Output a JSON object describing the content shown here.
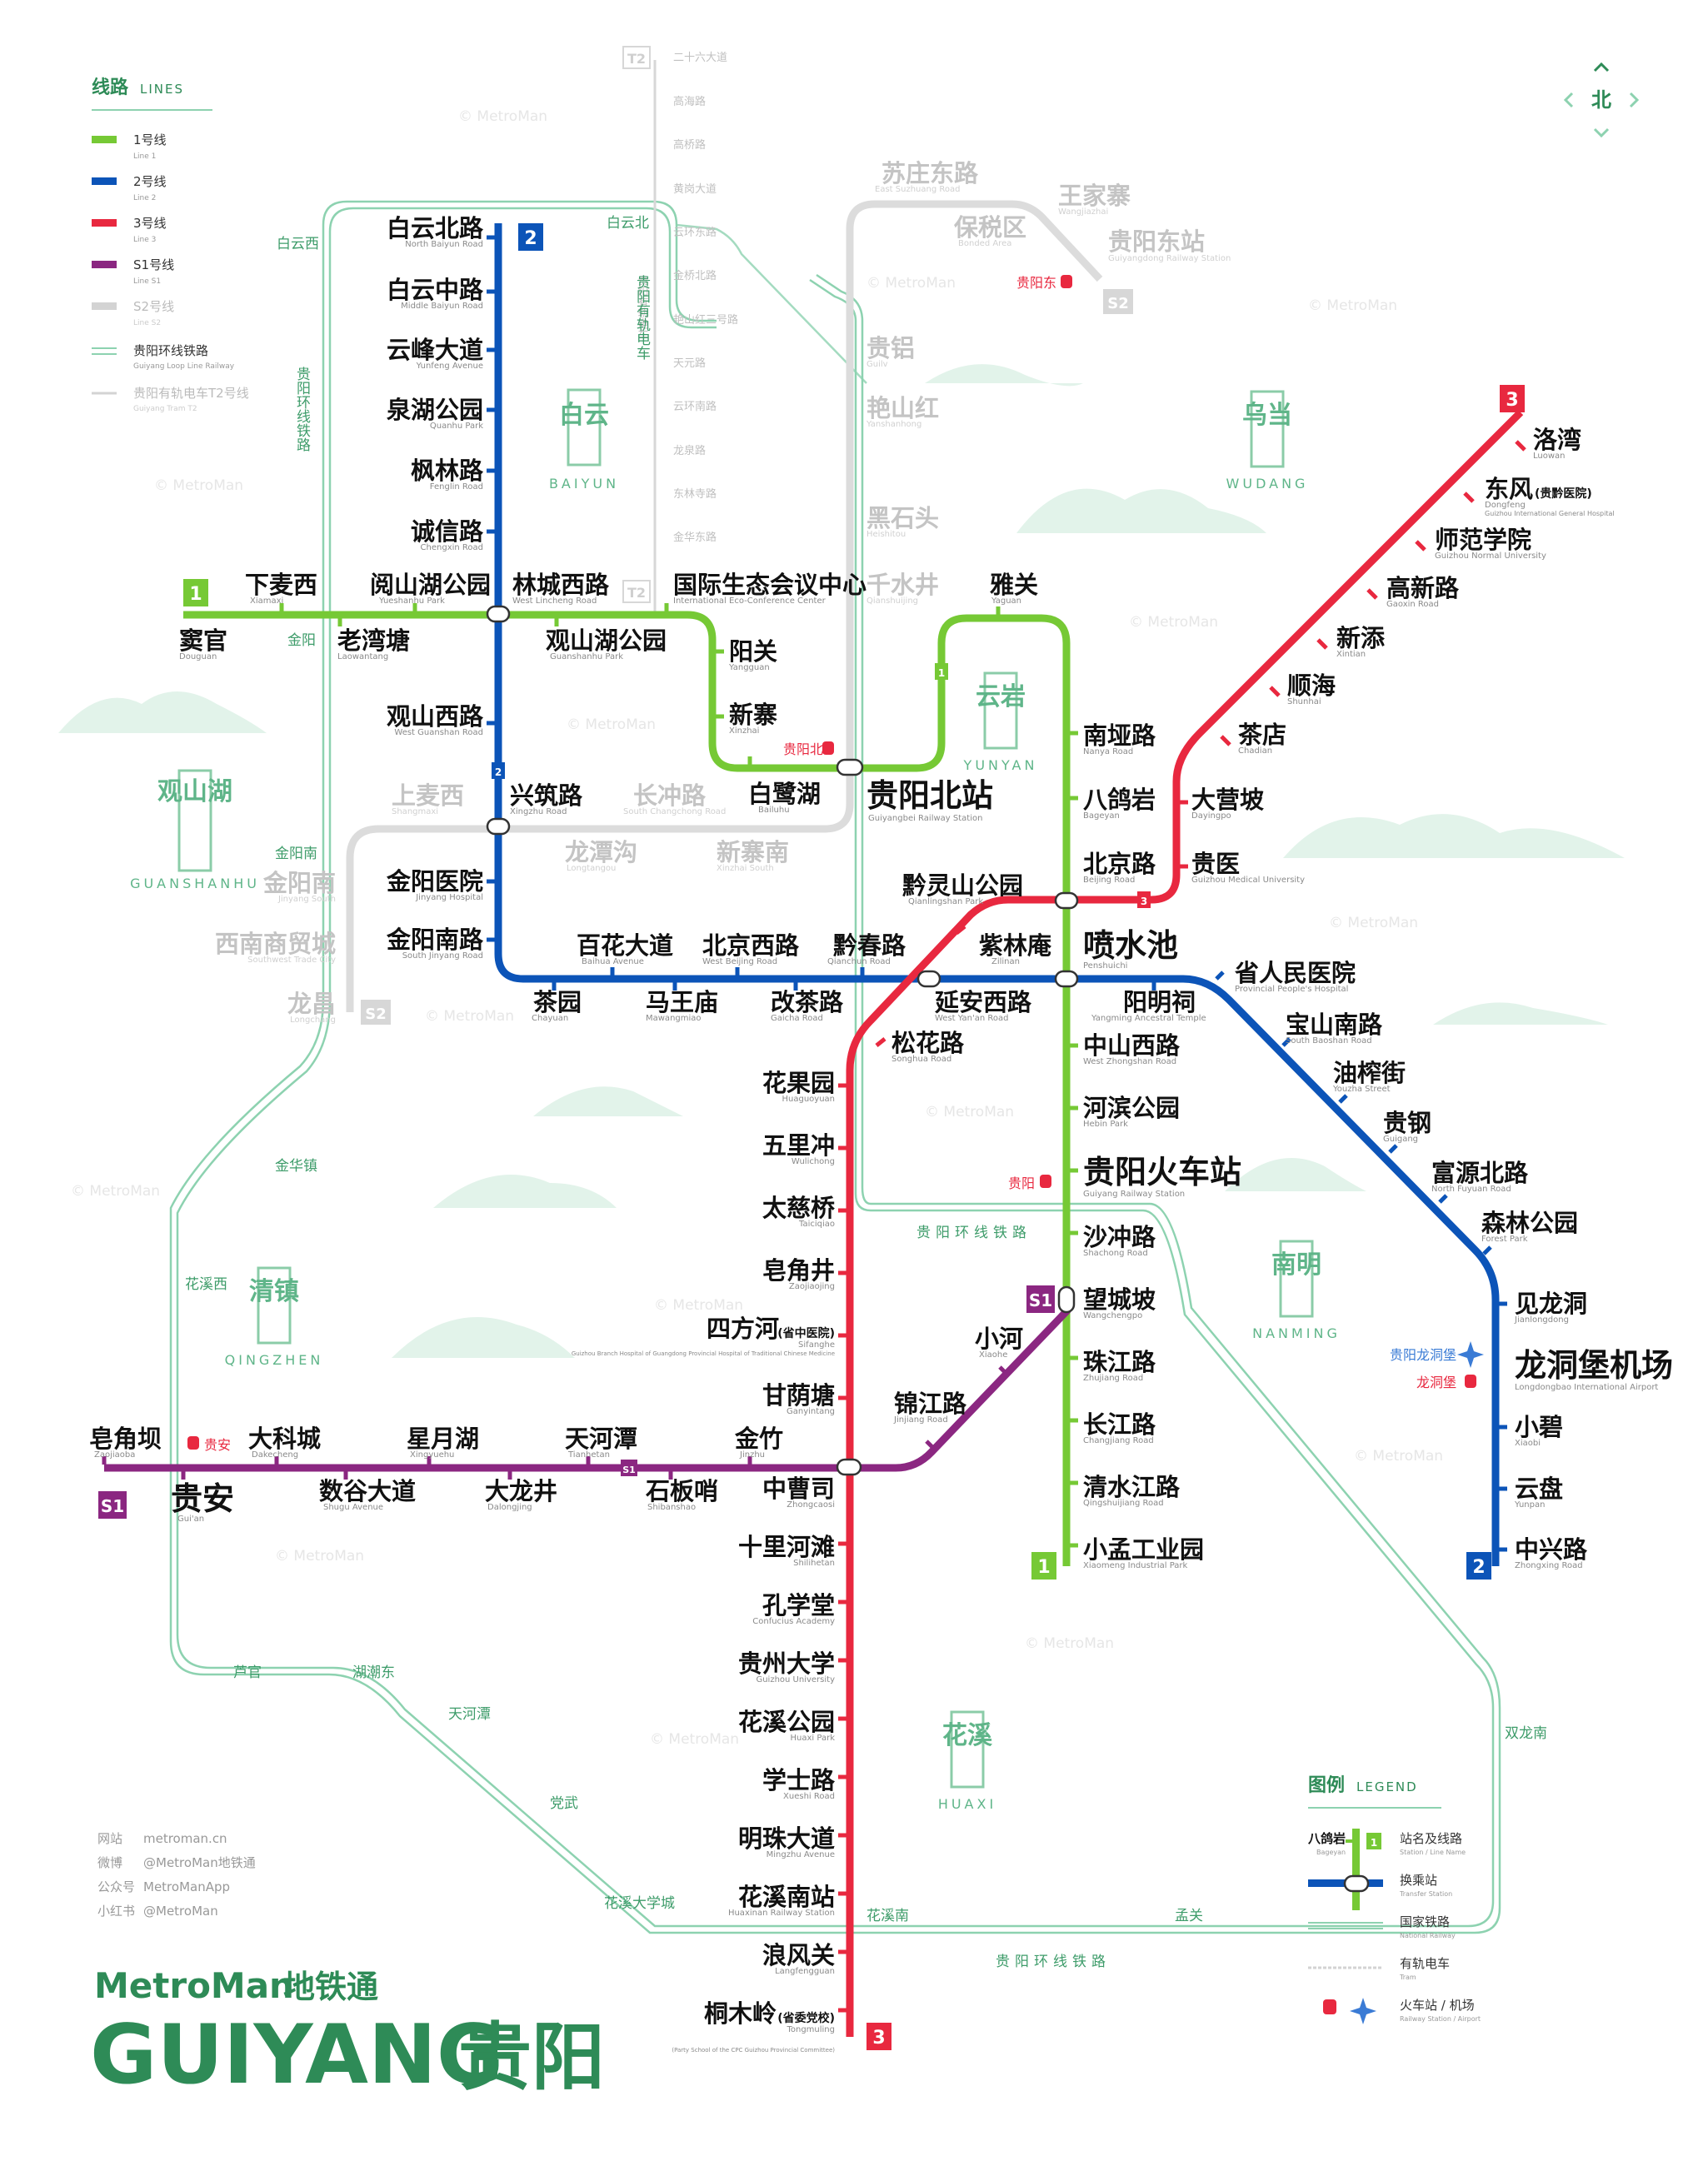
{
  "legend": {
    "title_zh": "线路",
    "title_en": "LINES",
    "items": [
      {
        "label": "1号线",
        "sub": "Line 1",
        "color": "#76c935"
      },
      {
        "label": "2号线",
        "sub": "Line 2",
        "color": "#0c54b8"
      },
      {
        "label": "3号线",
        "sub": "Line 3",
        "color": "#e8283f"
      },
      {
        "label": "S1号线",
        "sub": "Line S1",
        "color": "#8b2781"
      },
      {
        "label": "S2号线",
        "sub": "Line S2",
        "color": "#d3d3d3"
      },
      {
        "label": "贵阳环线铁路",
        "sub": "Guiyang Loop Line Railway",
        "color": "#8dd2b0"
      },
      {
        "label": "贵阳有轨电车T2号线",
        "sub": "Guiyang Tram T2",
        "color": "#d3d3d3"
      }
    ]
  },
  "compass": {
    "label": "北"
  },
  "lines": {
    "l1": {
      "badge": "1",
      "color": "#76c935"
    },
    "l2": {
      "badge": "2",
      "color": "#0c54b8"
    },
    "l3": {
      "badge": "3",
      "color": "#e8283f"
    },
    "s1": {
      "badge": "S1",
      "color": "#8b2781"
    },
    "s2": {
      "badge": "S2",
      "color": "#d3d3d3"
    },
    "t2": {
      "badge": "T2",
      "color": "#d3d3d3"
    },
    "loop": {
      "label": "贵阳环线铁路",
      "color": "#8dd2b0"
    }
  },
  "stations": [
    {
      "id": "xiamaxi",
      "zh": "下麦西",
      "en": "Xiamaxi"
    },
    {
      "id": "douguan",
      "zh": "窦官",
      "en": "Douguan"
    },
    {
      "id": "laowantang",
      "zh": "老湾塘",
      "en": "Laowantang"
    },
    {
      "id": "yueshanhupark",
      "zh": "阅山湖公园",
      "en": "Yueshanhu Park"
    },
    {
      "id": "linchengxilu",
      "zh": "林城西路",
      "en": "West Lincheng Road"
    },
    {
      "id": "guanshanhupark",
      "zh": "观山湖公园",
      "en": "Guanshanhu Park"
    },
    {
      "id": "ecocenter",
      "zh": "国际生态会议中心",
      "en": "International Eco-Conference Center"
    },
    {
      "id": "yangguan",
      "zh": "阳关",
      "en": "Yangguan"
    },
    {
      "id": "xinzhai",
      "zh": "新寨",
      "en": "Xinzhai"
    },
    {
      "id": "baihu",
      "zh": "白鹭湖",
      "en": "Bailuhu"
    },
    {
      "id": "guiyangbei",
      "zh": "贵阳北站",
      "en": "Guiyangbei Railway Station"
    },
    {
      "id": "yaguan",
      "zh": "雅关",
      "en": "Yaguan"
    },
    {
      "id": "nanya",
      "zh": "南垭路",
      "en": "Nanya Road"
    },
    {
      "id": "bageyan",
      "zh": "八鸽岩",
      "en": "Bageyan"
    },
    {
      "id": "beijinglu",
      "zh": "北京路",
      "en": "Beijing Road"
    },
    {
      "id": "penshuichi",
      "zh": "喷水池",
      "en": "Penshuichi"
    },
    {
      "id": "zhongshanxilu",
      "zh": "中山西路",
      "en": "West Zhongshan Road"
    },
    {
      "id": "hebinpark",
      "zh": "河滨公园",
      "en": "Hebin Park"
    },
    {
      "id": "guiyangstation",
      "zh": "贵阳火车站",
      "en": "Guiyang Railway Station"
    },
    {
      "id": "shachong",
      "zh": "沙冲路",
      "en": "Shachong Road"
    },
    {
      "id": "wangchengpo",
      "zh": "望城坡",
      "en": "Wangchengpo"
    },
    {
      "id": "zhujiang",
      "zh": "珠江路",
      "en": "Zhujiang Road"
    },
    {
      "id": "changjiang",
      "zh": "长江路",
      "en": "Changjiang Road"
    },
    {
      "id": "qingshuijiang",
      "zh": "清水江路",
      "en": "Qingshuijiang Road"
    },
    {
      "id": "xiaomeng",
      "zh": "小孟工业园",
      "en": "Xiaomeng Industrial Park"
    },
    {
      "id": "baiyunbeilu",
      "zh": "白云北路",
      "en": "North Baiyun Road"
    },
    {
      "id": "baiyunzhonglu",
      "zh": "白云中路",
      "en": "Middle Baiyun Road"
    },
    {
      "id": "yunfeng",
      "zh": "云峰大道",
      "en": "Yunfeng Avenue"
    },
    {
      "id": "quanhu",
      "zh": "泉湖公园",
      "en": "Quanhu Park"
    },
    {
      "id": "fenglin",
      "zh": "枫林路",
      "en": "Fenglin Road"
    },
    {
      "id": "chengxin",
      "zh": "诚信路",
      "en": "Chengxin Road"
    },
    {
      "id": "guanshanxilu",
      "zh": "观山西路",
      "en": "West Guanshan Road"
    },
    {
      "id": "xingzhu",
      "zh": "兴筑路",
      "en": "Xingzhu Road"
    },
    {
      "id": "jinyanghosp",
      "zh": "金阳医院",
      "en": "Jinyang Hospital"
    },
    {
      "id": "jinyangnanlu",
      "zh": "金阳南路",
      "en": "South Jinyang Road"
    },
    {
      "id": "chayuan",
      "zh": "茶园",
      "en": "Chayuan"
    },
    {
      "id": "baihua",
      "zh": "百花大道",
      "en": "Baihua Avenue"
    },
    {
      "id": "mawangmiao",
      "zh": "马王庙",
      "en": "Mawangmiao"
    },
    {
      "id": "beijingxilu",
      "zh": "北京西路",
      "en": "West Beijing Road"
    },
    {
      "id": "gaicha",
      "zh": "改茶路",
      "en": "Gaicha Road"
    },
    {
      "id": "qianchun",
      "zh": "黔春路",
      "en": "Qianchun Road"
    },
    {
      "id": "yananxilu",
      "zh": "延安西路",
      "en": "West Yan'an Road"
    },
    {
      "id": "ziyuan",
      "zh": "紫林庵",
      "en": "Zilinan"
    },
    {
      "id": "yangming",
      "zh": "阳明祠",
      "en": "Yangming Ancestral Temple"
    },
    {
      "id": "provhosp",
      "zh": "省人民医院",
      "en": "Provincial People's Hospital"
    },
    {
      "id": "baoshan",
      "zh": "宝山南路",
      "en": "South Baoshan Road"
    },
    {
      "id": "youzha",
      "zh": "油榨街",
      "en": "Youzha Street"
    },
    {
      "id": "guigang",
      "zh": "贵钢",
      "en": "Guigang"
    },
    {
      "id": "fuyuan",
      "zh": "富源北路",
      "en": "North Fuyuan Road"
    },
    {
      "id": "senlin",
      "zh": "森林公园",
      "en": "Forest Park"
    },
    {
      "id": "jianlongdong",
      "zh": "见龙洞",
      "en": "Jianlongdong"
    },
    {
      "id": "airport",
      "zh": "龙洞堡机场",
      "en": "Longdongbao International Airport"
    },
    {
      "id": "xiaobi",
      "zh": "小碧",
      "en": "Xiaobi"
    },
    {
      "id": "yunpan",
      "zh": "云盘",
      "en": "Yunpan"
    },
    {
      "id": "zhongxing",
      "zh": "中兴路",
      "en": "Zhongxing Road"
    },
    {
      "id": "luowan",
      "zh": "洛湾",
      "en": "Luowan"
    },
    {
      "id": "dongfeng",
      "zh": "东风",
      "zh_note": "(贵黔医院)",
      "en": "Dongfeng",
      "en2": "Guizhou International General Hospital"
    },
    {
      "id": "shifan",
      "zh": "师范学院",
      "en": "Guizhou Normal University"
    },
    {
      "id": "gaoxin",
      "zh": "高新路",
      "en": "Gaoxin Road"
    },
    {
      "id": "xintian",
      "zh": "新添",
      "en": "Xintian"
    },
    {
      "id": "shunhai",
      "zh": "顺海",
      "en": "Shunhai"
    },
    {
      "id": "chadian",
      "zh": "茶店",
      "en": "Chadian"
    },
    {
      "id": "dayingpo",
      "zh": "大营坡",
      "en": "Dayingpo"
    },
    {
      "id": "guiyi",
      "zh": "贵医",
      "en": "Guizhou Medical University"
    },
    {
      "id": "qianlingshan",
      "zh": "黔灵山公园",
      "en": "Qianlingshan Park"
    },
    {
      "id": "songhua",
      "zh": "松花路",
      "en": "Songhua Road"
    },
    {
      "id": "huaguoyuan",
      "zh": "花果园",
      "en": "Huaguoyuan"
    },
    {
      "id": "wulichong",
      "zh": "五里冲",
      "en": "Wulichong"
    },
    {
      "id": "taiciqiao",
      "zh": "太慈桥",
      "en": "Taiciqiao"
    },
    {
      "id": "zaojiaojing",
      "zh": "皂角井",
      "en": "Zaojiaojing"
    },
    {
      "id": "sifanghe",
      "zh": "四方河",
      "zh_note": "(省中医院)",
      "en": "Sifanghe",
      "en2": "Guizhou Branch Hospital of Guangdong Provincial Hospital of Traditional Chinese Medicine"
    },
    {
      "id": "ganyintang",
      "zh": "甘荫塘",
      "en": "Ganyintang"
    },
    {
      "id": "zhongcaosi",
      "zh": "中曹司",
      "en": "Zhongcaosi"
    },
    {
      "id": "shilihetan",
      "zh": "十里河滩",
      "en": "Shilihetan"
    },
    {
      "id": "kongxuetang",
      "zh": "孔学堂",
      "en": "Confucius Academy"
    },
    {
      "id": "guizhouuni",
      "zh": "贵州大学",
      "en": "Guizhou University"
    },
    {
      "id": "huaxipark",
      "zh": "花溪公园",
      "en": "Huaxi Park"
    },
    {
      "id": "xueshi",
      "zh": "学士路",
      "en": "Xueshi Road"
    },
    {
      "id": "mingzhu",
      "zh": "明珠大道",
      "en": "Mingzhu Avenue"
    },
    {
      "id": "huaxinan",
      "zh": "花溪南站",
      "en": "Huaxinan Railway Station"
    },
    {
      "id": "langfengguan",
      "zh": "浪风关",
      "en": "Langfengguan"
    },
    {
      "id": "tongmuling",
      "zh": "桐木岭",
      "zh_note": "(省委党校)",
      "en": "Tongmuling",
      "en2": "(Party School of the CPC Guizhou Provincial Committee)"
    },
    {
      "id": "xiaohe",
      "zh": "小河",
      "en": "Xiaohe"
    },
    {
      "id": "jinjiang",
      "zh": "锦江路",
      "en": "Jinjiang Road"
    },
    {
      "id": "zaojiaoba",
      "zh": "皂角坝",
      "en": "Zaojiaoba"
    },
    {
      "id": "guian",
      "zh": "贵安",
      "en": "Gui'an"
    },
    {
      "id": "dakecheng",
      "zh": "大科城",
      "en": "Dakecheng"
    },
    {
      "id": "shugu",
      "zh": "数谷大道",
      "en": "Shugu Avenue"
    },
    {
      "id": "xingyuehu",
      "zh": "星月湖",
      "en": "Xingyuehu"
    },
    {
      "id": "dalongjing",
      "zh": "大龙井",
      "en": "Dalongjing"
    },
    {
      "id": "tianhetan",
      "zh": "天河潭",
      "en": "Tianhetan"
    },
    {
      "id": "shibanshao",
      "zh": "石板哨",
      "en": "Shibanshao"
    },
    {
      "id": "jinzhu",
      "zh": "金竹",
      "en": "Jinzhu"
    }
  ],
  "s2_stations": [
    {
      "zh": "苏庄东路",
      "en": "East Suzhuang Road"
    },
    {
      "zh": "保税区",
      "en": "Bonded Area"
    },
    {
      "zh": "王家寨",
      "en": "Wangjiazhai"
    },
    {
      "zh": "贵阳东站",
      "en": "Guiyangdong Railway Station"
    },
    {
      "zh": "贵铝",
      "en": "Guilv"
    },
    {
      "zh": "艳山红",
      "en": "Yanshanhong"
    },
    {
      "zh": "黑石头",
      "en": "Heishitou"
    },
    {
      "zh": "千水井",
      "en": "Qianshuijing"
    },
    {
      "zh": "上麦西",
      "en": "Shangmaxi"
    },
    {
      "zh": "长冲路",
      "en": "South Changchong Road"
    },
    {
      "zh": "龙潭沟",
      "en": "Longtangou"
    },
    {
      "zh": "新寨南",
      "en": "Xinzhai South"
    },
    {
      "zh": "金阳南",
      "en": "Jinyang South"
    },
    {
      "zh": "西南商贸城",
      "en": "Southwest Trade City"
    },
    {
      "zh": "龙昌",
      "en": "Longchang"
    }
  ],
  "t2_stations": [
    "二十六大道",
    "高海路",
    "高桥路",
    "黄岗大道",
    "云环东路",
    "金桥北路",
    "艳山红三号路",
    "天元路",
    "云环南路",
    "龙泉路",
    "东林寺路",
    "金华东路"
  ],
  "t2_label": "贵阳有轨电车",
  "loop_stations": [
    "白云西",
    "白云北",
    "金阳",
    "金阳南",
    "金华镇",
    "花溪西",
    "芦官",
    "湖潮东",
    "天河潭",
    "党武",
    "花溪大学城",
    "花溪南",
    "孟关",
    "双龙南"
  ],
  "loop_vertical_label": "贵阳环线铁路",
  "rail_stations": {
    "guiyangbei": "贵阳北",
    "guiyangdong": "贵阳东",
    "guiyang": "贵阳",
    "guian": "贵安",
    "longdongbao": "龙洞堡",
    "airport": "贵阳龙洞堡"
  },
  "districts": [
    {
      "zh": "白云",
      "en": "BAIYUN"
    },
    {
      "zh": "乌当",
      "en": "WUDANG"
    },
    {
      "zh": "云岩",
      "en": "YUNYAN"
    },
    {
      "zh": "观山湖",
      "en": "GUANSHANHU"
    },
    {
      "zh": "南明",
      "en": "NANMING"
    },
    {
      "zh": "清镇",
      "en": "QINGZHEN"
    },
    {
      "zh": "花溪",
      "en": "HUAXI"
    }
  ],
  "watermark": "© MetroMan",
  "contacts": [
    {
      "k": "网站",
      "v": "metroman.cn"
    },
    {
      "k": "微博",
      "v": "@MetroMan地铁通"
    },
    {
      "k": "公众号",
      "v": "MetroManApp"
    },
    {
      "k": "小红书",
      "v": "@MetroMan"
    }
  ],
  "brand": {
    "name": "MetroMan",
    "name_zh": "地铁通",
    "city_en": "GUIYANG",
    "city_zh": "贵阳",
    "color": "#2e8b57"
  },
  "map_legend": {
    "title_zh": "图例",
    "title_en": "LEGEND",
    "sample_station_zh": "八鸽岩",
    "sample_station_en": "Bageyan",
    "rows": [
      {
        "zh": "站名及线路",
        "en": "Station / Line Name"
      },
      {
        "zh": "换乘站",
        "en": "Transfer Station"
      },
      {
        "zh": "国家铁路",
        "en": "National Railway"
      },
      {
        "zh": "有轨电车",
        "en": "Tram"
      },
      {
        "zh": "火车站 / 机场",
        "en": "Railway Station / Airport"
      }
    ]
  }
}
